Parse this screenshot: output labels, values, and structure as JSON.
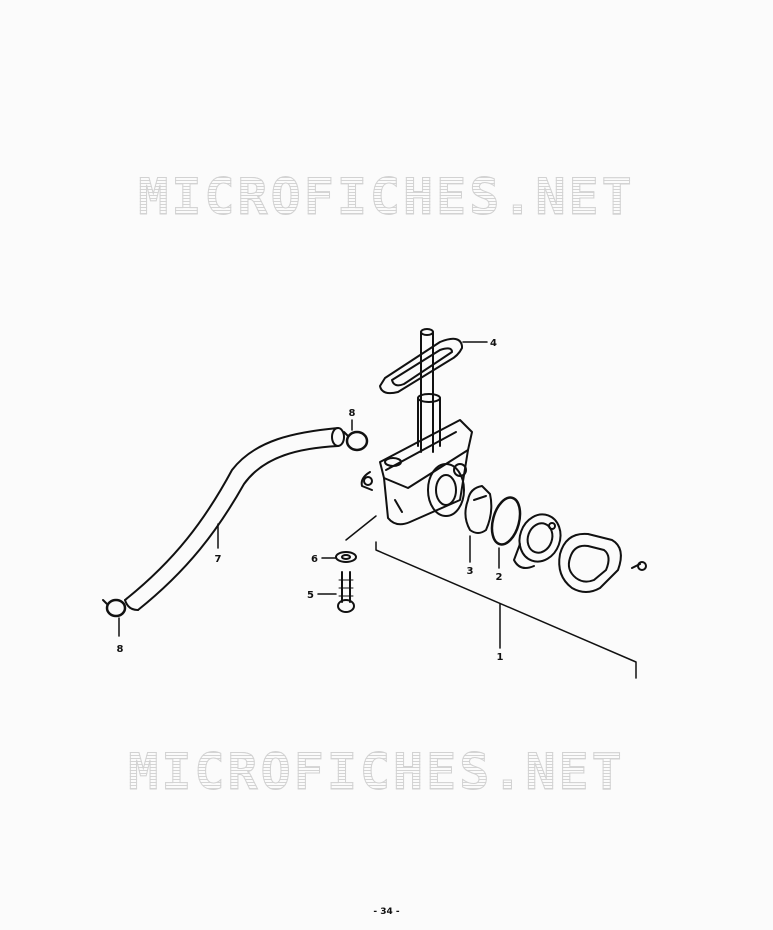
{
  "watermark": {
    "line1": "MICROFICHES.NET",
    "line2": "MICROFICHES.NET"
  },
  "callouts": {
    "c1": "1",
    "c2": "2",
    "c3": "3",
    "c4": "4",
    "c5": "5",
    "c6": "6",
    "c7": "7",
    "c8_top": "8",
    "c8_bottom": "8"
  },
  "page_number": "- 34 -",
  "colors": {
    "ink": "#111111",
    "watermark": "#d2d2d2",
    "paper": "#ffffff"
  }
}
